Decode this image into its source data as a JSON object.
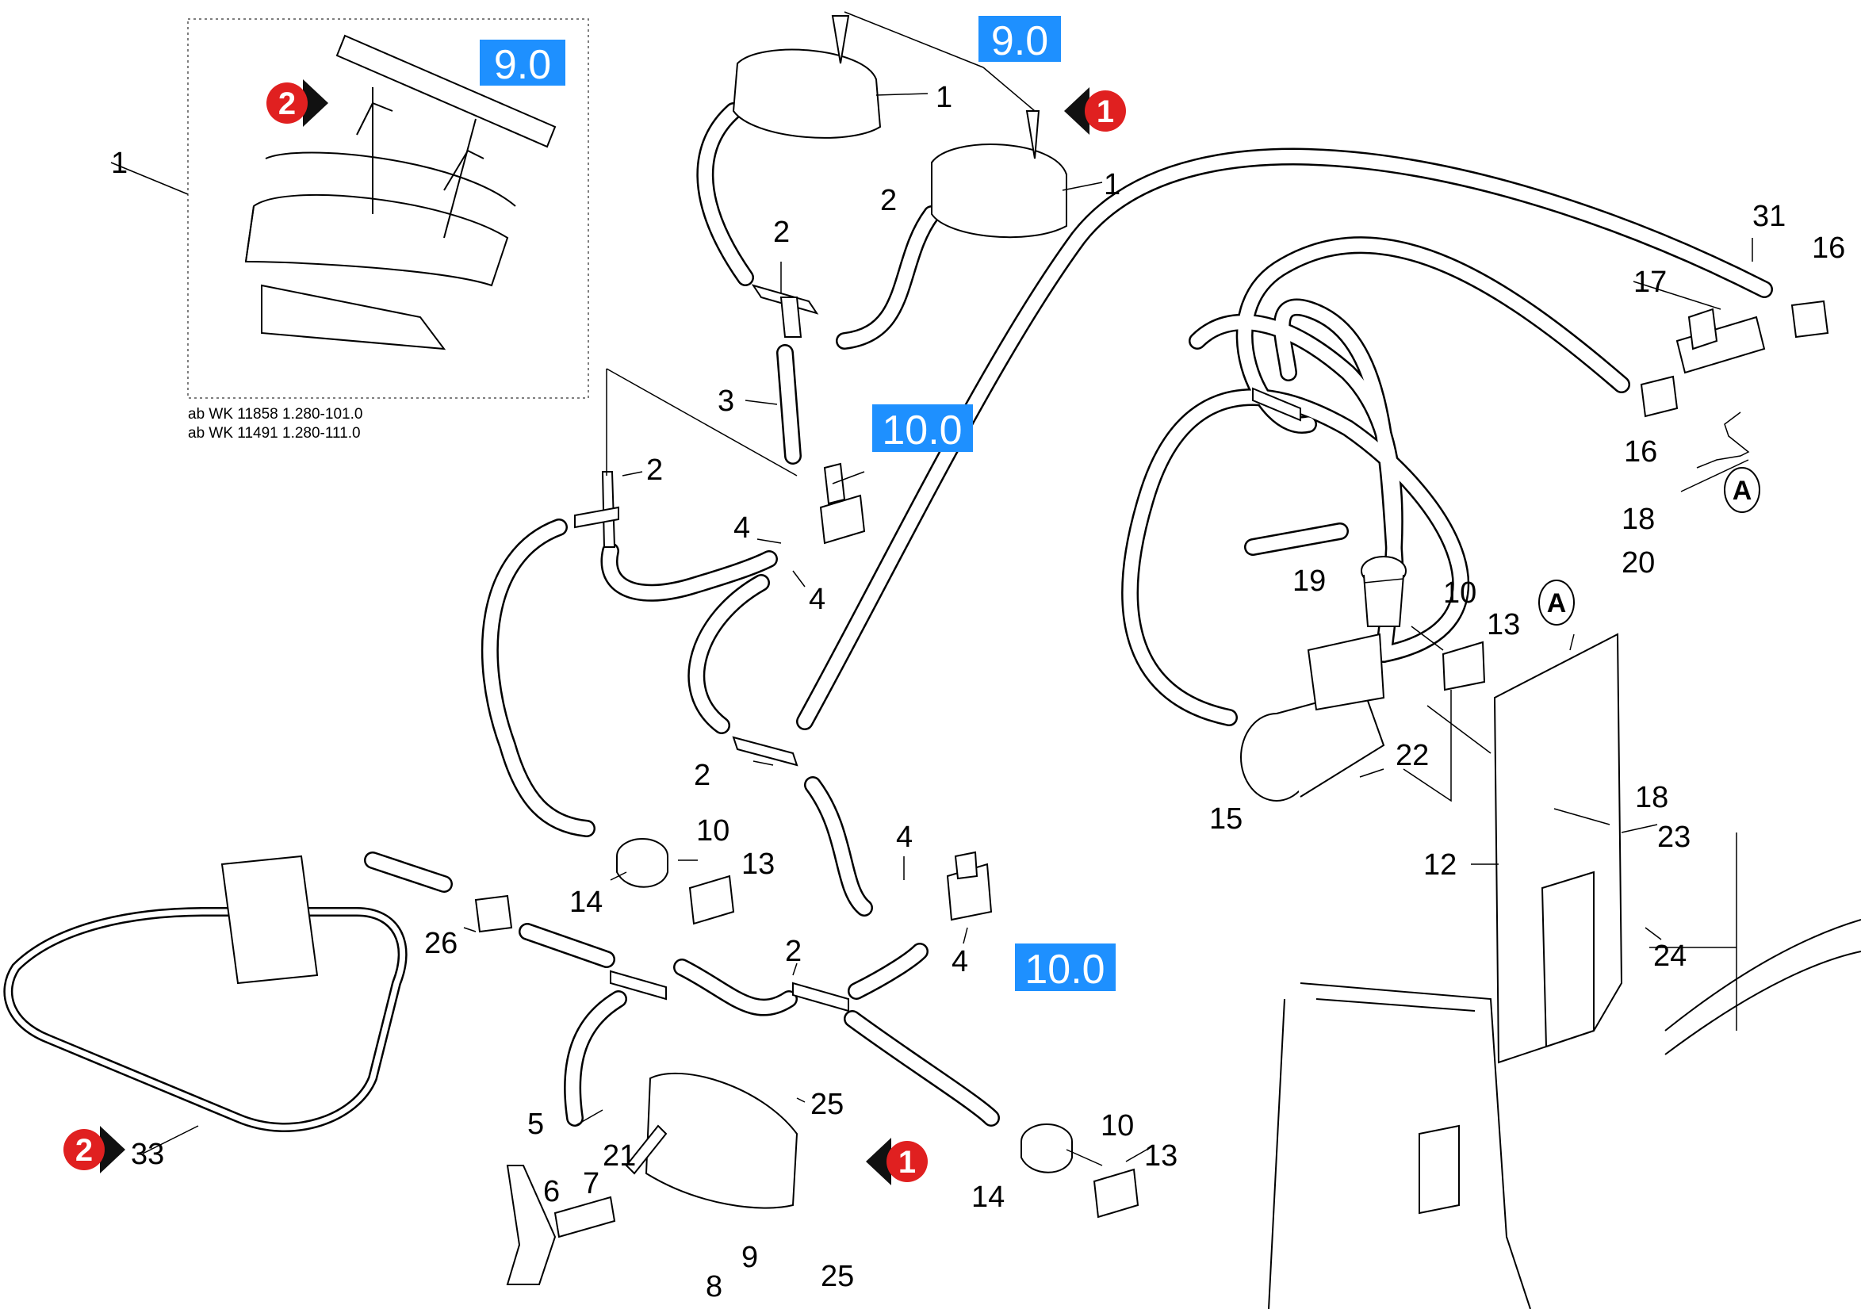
{
  "note_lines": [
    "ab WK 11858  1.280-101.0",
    "ab WK 11491  1.280-111.0"
  ],
  "reference_badges": [
    "9.0",
    "9.0",
    "10.0",
    "10.0"
  ],
  "direction_markers": [
    "2",
    "1",
    "2",
    "1"
  ],
  "circle_markers": [
    "A",
    "A"
  ],
  "callouts": [
    "1",
    "1",
    "1",
    "2",
    "3",
    "2",
    "4",
    "4",
    "2",
    "2",
    "10",
    "13",
    "14",
    "4",
    "4",
    "2",
    "26",
    "5",
    "21",
    "7",
    "6",
    "8",
    "9",
    "25",
    "25",
    "10",
    "13",
    "14",
    "33",
    "31",
    "16",
    "17",
    "16",
    "18",
    "20",
    "19",
    "10",
    "13",
    "22",
    "15",
    "12",
    "18",
    "23",
    "24"
  ],
  "colors": {
    "badge_blue": "#1e90ff",
    "marker_red": "#e02020",
    "marker_dark": "#111111",
    "line": "#000000"
  }
}
